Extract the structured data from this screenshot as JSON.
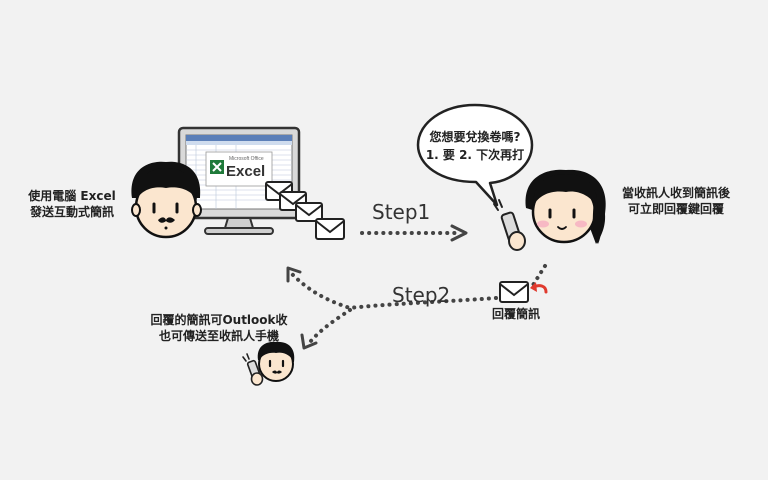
{
  "labels": {
    "sender_line1": "使用電腦 Excel",
    "sender_line2": "發送互動式簡訊",
    "receiver_line1": "當收訊人收到簡訊後",
    "receiver_line2": "可立即回覆鍵回覆",
    "reply": "回覆簡訊",
    "result_line1": "回覆的簡訊可Outlook收",
    "result_line2": "也可傳送至收訊人手機"
  },
  "steps": {
    "step1": "Step1",
    "step2": "Step2"
  },
  "bubble": {
    "question": "您想要兌換卷嗎?",
    "options": "1. 要  2. 下次再打"
  },
  "excel": {
    "brand": "Microsoft Office",
    "name": "Excel"
  },
  "colors": {
    "background": "#f2f2f2",
    "outline": "#222222",
    "dots": "#444444",
    "reply_arrow": "#e03a2e",
    "excel_green": "#1f7a3a",
    "blush": "#f7b9c4"
  }
}
